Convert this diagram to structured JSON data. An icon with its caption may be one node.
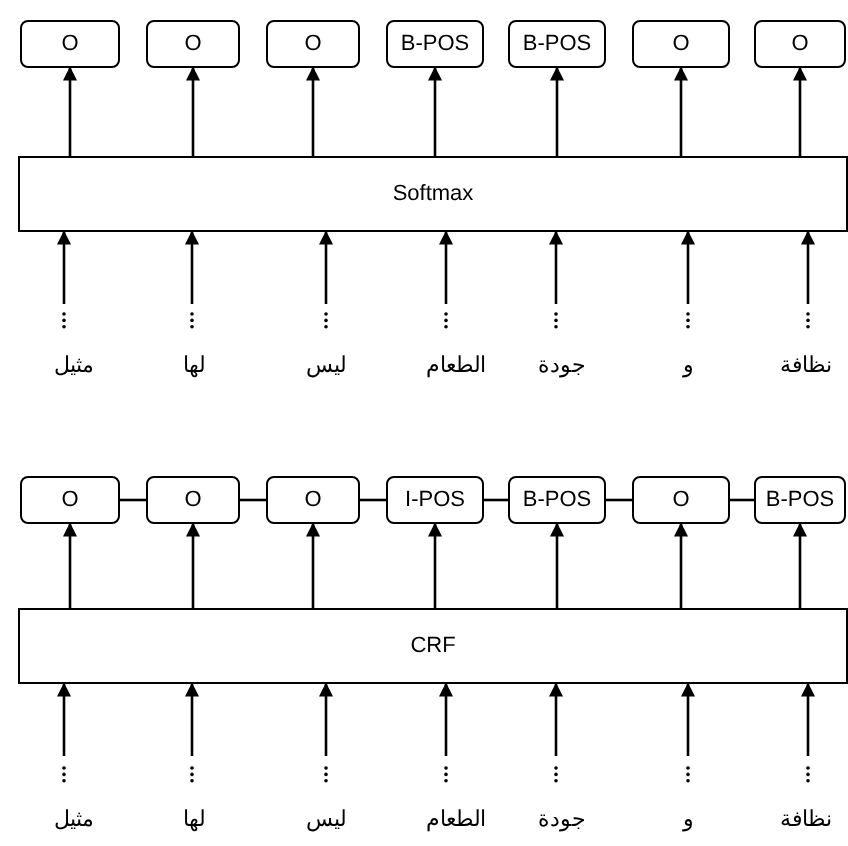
{
  "diagram": {
    "nodes": [
      {
        "text": [
          "O"
        ]
      },
      {
        "text": [
          "O"
        ]
      },
      {
        "text": [
          "O"
        ]
      },
      {
        "text": [
          "B-POS"
        ]
      },
      {
        "text": [
          "B-POS"
        ]
      },
      {
        "text": [
          "O"
        ]
      },
      {
        "text": [
          "O"
        ]
      },
      {
        "text": [
          "Softmax"
        ]
      },
      {
        "text": [
          "O"
        ]
      },
      {
        "text": [
          "O"
        ]
      },
      {
        "text": [
          "O"
        ]
      },
      {
        "text": [
          "I-POS"
        ]
      },
      {
        "text": [
          "B-POS"
        ]
      },
      {
        "text": [
          "O"
        ]
      },
      {
        "text": [
          "B-POS"
        ]
      },
      {
        "text": [
          "CRF"
        ]
      }
    ],
    "edges": [
      {
        "from": 7,
        "to": 0,
        "arrow": "to"
      },
      {
        "from": 7,
        "to": 1,
        "arrow": "to"
      },
      {
        "from": 7,
        "to": 2,
        "arrow": "to"
      },
      {
        "from": 7,
        "to": 3,
        "arrow": "to"
      },
      {
        "from": 7,
        "to": 4,
        "arrow": "to"
      },
      {
        "from": 7,
        "to": 5,
        "arrow": "to"
      },
      {
        "from": 7,
        "to": 6,
        "arrow": "to"
      },
      {
        "from": null,
        "to": 7,
        "arrow": "to"
      },
      {
        "from": null,
        "to": 7,
        "arrow": "to"
      },
      {
        "from": null,
        "to": 7,
        "arrow": "to"
      },
      {
        "from": null,
        "to": 7,
        "arrow": "to"
      },
      {
        "from": null,
        "to": 7,
        "arrow": "to"
      },
      {
        "from": null,
        "to": 7,
        "arrow": "to"
      },
      {
        "from": null,
        "to": 7,
        "arrow": "to"
      },
      {
        "from": 8,
        "to": 9,
        "arrow": "none"
      },
      {
        "from": 9,
        "to": 10,
        "arrow": "none"
      },
      {
        "from": 10,
        "to": 11,
        "arrow": "none"
      },
      {
        "from": 11,
        "to": 12,
        "arrow": "none"
      },
      {
        "from": 12,
        "to": 13,
        "arrow": "none"
      },
      {
        "from": 13,
        "to": 14,
        "arrow": "none"
      },
      {
        "from": 15,
        "to": 8,
        "arrow": "to"
      },
      {
        "from": 15,
        "to": 9,
        "arrow": "to"
      },
      {
        "from": 15,
        "to": 10,
        "arrow": "to"
      },
      {
        "from": 15,
        "to": 11,
        "arrow": "to"
      },
      {
        "from": 15,
        "to": 12,
        "arrow": "to"
      },
      {
        "from": 15,
        "to": 13,
        "arrow": "to"
      },
      {
        "from": 15,
        "to": 14,
        "arrow": "to"
      },
      {
        "from": null,
        "to": 15,
        "arrow": "to"
      },
      {
        "from": null,
        "to": 15,
        "arrow": "to"
      },
      {
        "from": null,
        "to": 15,
        "arrow": "to"
      },
      {
        "from": null,
        "to": 15,
        "arrow": "to"
      },
      {
        "from": null,
        "to": 15,
        "arrow": "to"
      },
      {
        "from": null,
        "to": 15,
        "arrow": "to"
      },
      {
        "from": null,
        "to": 15,
        "arrow": "to"
      }
    ],
    "labels": [
      "مثيل",
      "لها",
      "ليس",
      "الطعام",
      "جودة",
      "و",
      "نظافة",
      "مثيل",
      "لها",
      "ليس",
      "الطعام",
      "جودة",
      "و",
      "نظافة"
    ]
  }
}
